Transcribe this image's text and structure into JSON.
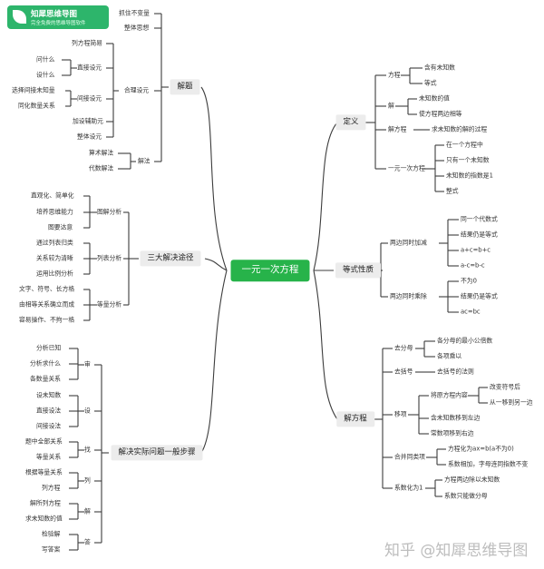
{
  "logo": {
    "title": "知犀思维导图",
    "subtitle": "完全免费的思维导图软件"
  },
  "watermark": "知乎 @知犀思维导图",
  "root": "一元一次方程",
  "branches": {
    "jieti": {
      "label": "解题",
      "zhuabu": "抓住不变量",
      "zhengti": "整体思想",
      "heli": "合理设元",
      "liefangcheng": "列方程简易",
      "zhijie": "直接设元",
      "wenshenme": "问什么",
      "shexeme": "设什么",
      "jianjie": "间接设元",
      "xuanze": "选择间接未知量",
      "tonghua": "同化数量关系",
      "jiashe": "加设辅助元",
      "zhengtishe": "整体设元",
      "jiefa": "解法",
      "suanshu": "算术解法",
      "daishu": "代数解法"
    },
    "tujing": {
      "label": "三大解决途径",
      "tujie": "图解分析",
      "zhiguan": "直观化、简单化",
      "peiyang": "培养思维能力",
      "tuyao": "图要达意",
      "liebiao": "列表分析",
      "tongguo": "通过列表归类",
      "guanxi": "关系较为清晰",
      "yunyong": "运用比例分析",
      "dengliang": "等量分析",
      "wenzi": "文字、符号、长方格",
      "youxiang": "由相等关系确立而成",
      "rongyi": "容易操作、不拘一格"
    },
    "yiban": {
      "label": "解决实际问题一般步骤",
      "shen": "审",
      "fenxiyizhi": "分析已知",
      "fenxiqiu": "分析求什么",
      "geshu": "各数量关系",
      "she": "设",
      "sheweizhi": "设未知数",
      "zhijieshe": "直接设法",
      "jianjieshe": "间接设法",
      "zhao": "找",
      "tizhong": "题中全部关系",
      "dengliangguanxi": "等量关系",
      "lie": "列",
      "genju": "根据等量关系",
      "liefc": "列方程",
      "jie": "解",
      "jiesuolie": "解所列方程",
      "qiuweizhi": "求未知数的值",
      "da": "答",
      "jianyan": "检验解",
      "xieda": "写答案"
    },
    "dingyi": {
      "label": "定义",
      "fangcheng": "方程",
      "hanyou": "含有未知数",
      "dengshi": "等式",
      "jie": "解",
      "weizhishu": "未知数的值",
      "shifangcheng": "使方程两边相等",
      "jiefangcheng": "解方程",
      "qiujie": "求未知数的解的过程",
      "yiyuan": "一元一次方程",
      "zaiyige": "在一个方程中",
      "zhiyou": "只有一个未知数",
      "zhishu": "未知数的指数是1",
      "zhengshi": "整式"
    },
    "xingzhi": {
      "label": "等式性质",
      "jiajian": "两边同时加减",
      "tongyige": "同一个代数式",
      "jieguo1": "结果仍是等式",
      "acbc": "a+c=b+c",
      "amc": "a-c=b-c",
      "chengchu": "两边同时乘除",
      "buwei0": "不为0",
      "jieguo2": "结果仍是等式",
      "acbc2": "ac=bc"
    },
    "jiefangcheng": {
      "label": "解方程",
      "qufenmu": "去分母",
      "gefenzi": "各分母的最小公倍数",
      "gexiang": "各项乘以",
      "qukuohao": "去括号",
      "qukuohaofa": "去括号的法则",
      "yixiang": "移项",
      "jiangyuan": "将原方程内容",
      "gaibian": "改变符号后",
      "congyibian": "从一移到另一边",
      "hanweizhi": "含未知数移到左边",
      "changshu": "常数项移到右边",
      "hebing": "合并同类项",
      "huawei": "方程化为ax=b(a不为0)",
      "xishu": "系数相加，字母连同指数不变",
      "xishuhua1": "系数化为1",
      "liangbian": "方程两边除以未知数",
      "xishuzhi": "系数只能做分母"
    }
  }
}
